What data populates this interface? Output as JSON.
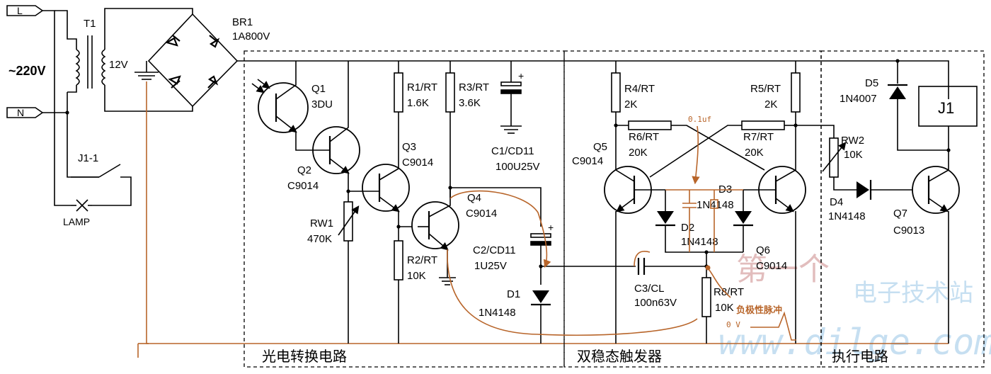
{
  "terminals": {
    "l": "L",
    "n": "N"
  },
  "mains": "~220V",
  "transformer": {
    "name": "T1",
    "secondary": "12V"
  },
  "bridge": {
    "name": "BR1",
    "rating": "1A800V"
  },
  "relay_contact": "J1-1",
  "lamp": "LAMP",
  "components": {
    "q1": {
      "name": "Q1",
      "value": "3DU"
    },
    "q2": {
      "name": "Q2",
      "value": "C9014"
    },
    "q3": {
      "name": "Q3",
      "value": "C9014"
    },
    "q4": {
      "name": "Q4",
      "value": "C9014"
    },
    "q5": {
      "name": "Q5",
      "value": "C9014"
    },
    "q6": {
      "name": "Q6",
      "value": "C9014"
    },
    "q7": {
      "name": "Q7",
      "value": "C9013"
    },
    "r1": {
      "name": "R1/RT",
      "value": "1.6K"
    },
    "r2": {
      "name": "R2/RT",
      "value": "10K"
    },
    "r3": {
      "name": "R3/RT",
      "value": "3.6K"
    },
    "r4": {
      "name": "R4/RT",
      "value": "2K"
    },
    "r5": {
      "name": "R5/RT",
      "value": "2K"
    },
    "r6": {
      "name": "R6/RT",
      "value": "20K"
    },
    "r7": {
      "name": "R7/RT",
      "value": "20K"
    },
    "r8": {
      "name": "R8/RT",
      "value": "10K"
    },
    "rw1": {
      "name": "RW1",
      "value": "470K"
    },
    "rw2": {
      "name": "RW2",
      "value": "10K"
    },
    "c1": {
      "name": "C1/CD11",
      "value": "100U25V"
    },
    "c2": {
      "name": "C2/CD11",
      "value": "1U25V"
    },
    "c3": {
      "name": "C3/CL",
      "value": "100n63V"
    },
    "d1": {
      "name": "D1",
      "value": "1N4148"
    },
    "d2": {
      "name": "D2",
      "value": "1N4148"
    },
    "d3": {
      "name": "D3",
      "value": "1N4148"
    },
    "d4": {
      "name": "D4",
      "value": "1N4148"
    },
    "d5": {
      "name": "D5",
      "value": "1N4007"
    },
    "j1": {
      "name": "J1"
    }
  },
  "sections": {
    "photo": "光电转换电路",
    "bistable": "双稳态触发器",
    "exec": "执行电路"
  },
  "annotations": {
    "cap": "0.1uf",
    "pulse": "负极性脉冲",
    "zero": "0 V"
  },
  "watermark": {
    "line1": "第一个",
    "line2": "电子技术站",
    "url": "www.dilge.com"
  },
  "colors": {
    "wire": "#000000",
    "annotation": "#b8652a",
    "watermark_red": "#d9a8a8",
    "watermark_blue": "#b9d8ee"
  }
}
